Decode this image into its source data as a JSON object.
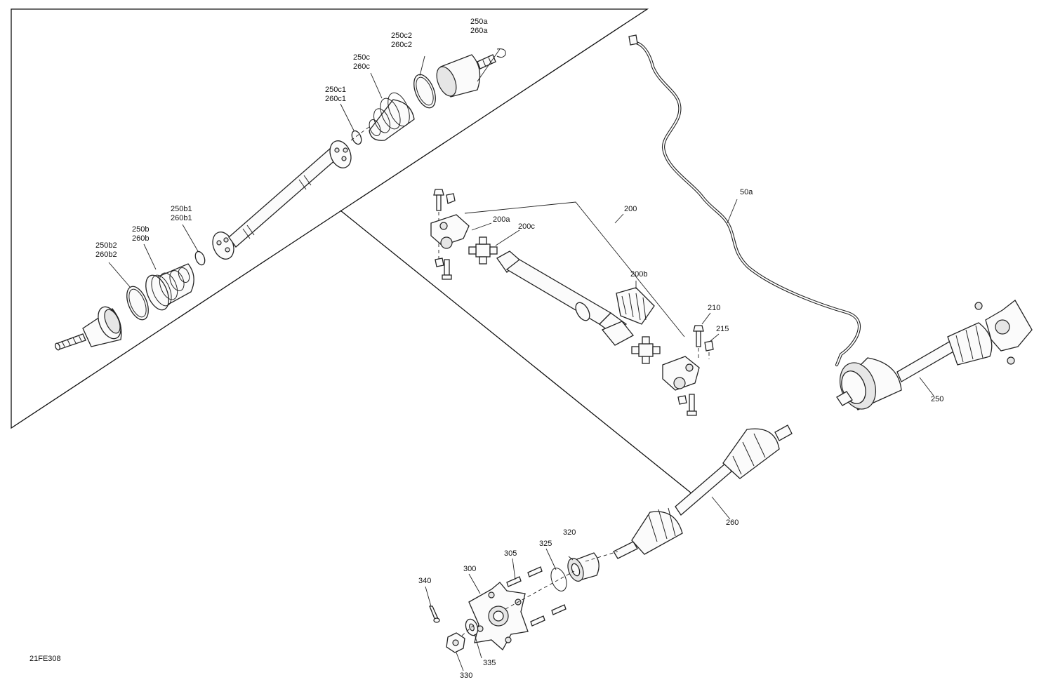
{
  "drawing_code": "21FE308",
  "callouts": [
    {
      "id": "50a",
      "lines": [
        "50a"
      ]
    },
    {
      "id": "200",
      "lines": [
        "200"
      ]
    },
    {
      "id": "200a",
      "lines": [
        "200a"
      ]
    },
    {
      "id": "200b",
      "lines": [
        "200b"
      ]
    },
    {
      "id": "200c",
      "lines": [
        "200c"
      ]
    },
    {
      "id": "210",
      "lines": [
        "210"
      ]
    },
    {
      "id": "215",
      "lines": [
        "215"
      ]
    },
    {
      "id": "250",
      "lines": [
        "250"
      ]
    },
    {
      "id": "250a",
      "lines": [
        "250a",
        "260a"
      ]
    },
    {
      "id": "250b",
      "lines": [
        "250b",
        "260b"
      ]
    },
    {
      "id": "250b1",
      "lines": [
        "250b1",
        "260b1"
      ]
    },
    {
      "id": "250b2",
      "lines": [
        "250b2",
        "260b2"
      ]
    },
    {
      "id": "250c",
      "lines": [
        "250c",
        "260c"
      ]
    },
    {
      "id": "250c1",
      "lines": [
        "250c1",
        "260c1"
      ]
    },
    {
      "id": "250c2",
      "lines": [
        "250c2",
        "260c2"
      ]
    },
    {
      "id": "260",
      "lines": [
        "260"
      ]
    },
    {
      "id": "300",
      "lines": [
        "300"
      ]
    },
    {
      "id": "305",
      "lines": [
        "305"
      ]
    },
    {
      "id": "320",
      "lines": [
        "320"
      ]
    },
    {
      "id": "325",
      "lines": [
        "325"
      ]
    },
    {
      "id": "330",
      "lines": [
        "330"
      ]
    },
    {
      "id": "335",
      "lines": [
        "335"
      ]
    },
    {
      "id": "340",
      "lines": [
        "340"
      ]
    }
  ]
}
